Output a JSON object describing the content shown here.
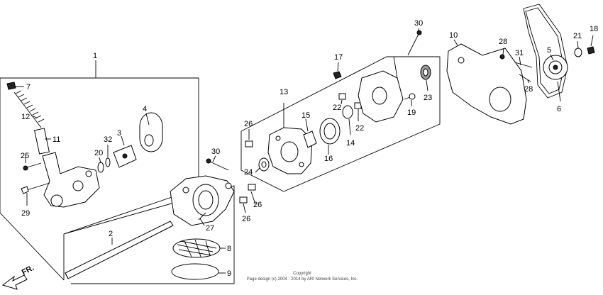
{
  "callouts": [
    "1",
    "2",
    "3",
    "4",
    "5",
    "6",
    "7",
    "8",
    "9",
    "10",
    "11",
    "12",
    "13",
    "14",
    "15",
    "16",
    "17",
    "18",
    "19",
    "20",
    "21",
    "22",
    "22",
    "23",
    "24",
    "25",
    "26",
    "26",
    "26",
    "27",
    "28",
    "28",
    "29",
    "30",
    "30",
    "31",
    "32"
  ],
  "direction_label": "FR.",
  "copyright": {
    "line1": "Copyright",
    "line2": "Page design (c) 2004 - 2014 by ARI Network Services, Inc."
  }
}
